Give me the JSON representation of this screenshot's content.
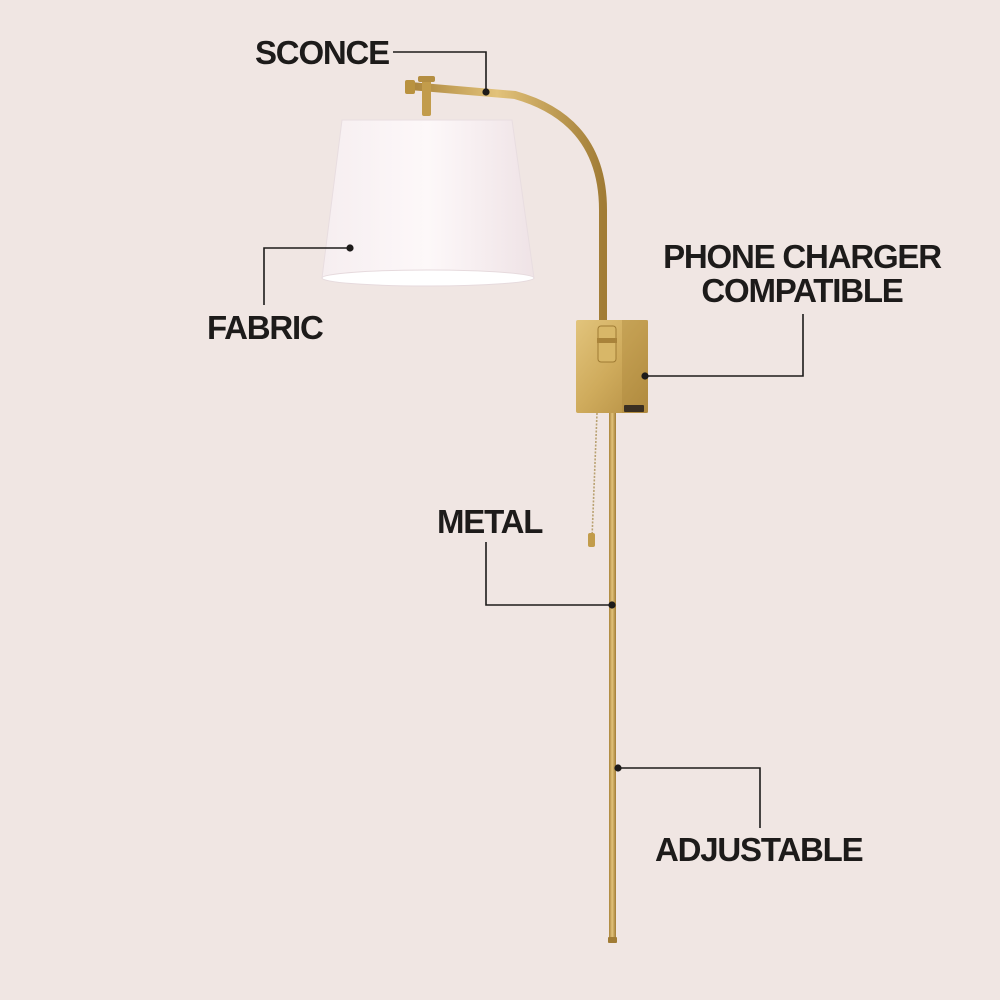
{
  "labels": {
    "sconce": "SCONCE",
    "fabric": "FABRIC",
    "phone_charger_line1": "PHONE CHARGER",
    "phone_charger_line2": "COMPATIBLE",
    "metal": "METAL",
    "adjustable": "ADJUSTABLE"
  },
  "colors": {
    "background": "#f0e6e3",
    "brass": "#c9a24e",
    "shade": "#fbf4f5",
    "text": "#1d1b1a"
  }
}
